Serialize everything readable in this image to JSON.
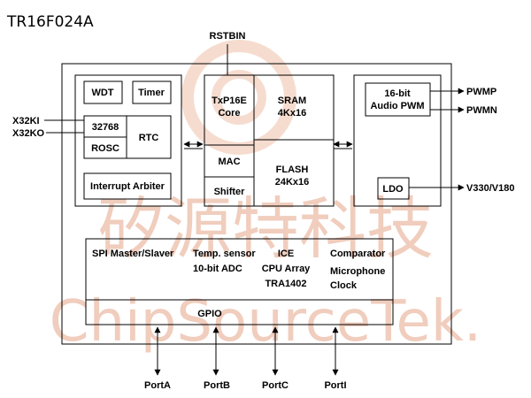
{
  "title": "TR16F024A",
  "watermark": {
    "cn": "矽源特科技",
    "en": "ChipSourceTek."
  },
  "pins": {
    "rstbin": "RSTBIN",
    "x32ki": "X32KI",
    "x32ko": "X32KO",
    "pwmp": "PWMP",
    "pwmn": "PWMN",
    "v330": "V330/V180",
    "porta": "PortA",
    "portb": "PortB",
    "portc": "PortC",
    "porti": "PortI"
  },
  "blocks": {
    "wdt": "WDT",
    "timer": "Timer",
    "osc32768": "32768",
    "rosc": "ROSC",
    "rtc": "RTC",
    "arbiter": "Interrupt Arbiter",
    "core_line1": "TxP16E",
    "core_line2": "Core",
    "sram_line1": "SRAM",
    "sram_line2": "4Kx16",
    "mac": "MAC",
    "shifter": "Shifter",
    "flash_line1": "FLASH",
    "flash_line2": "24Kx16",
    "pwm_line1": "16-bit",
    "pwm_line2": "Audio PWM",
    "ldo": "LDO",
    "spi": "SPI Master/Slaver",
    "temp_line1": "Temp. sensor",
    "temp_line2": "10-bit ADC",
    "ice_line1": "ICE",
    "ice_line2": "CPU Array",
    "ice_line3": "TRA1402",
    "comparator": "Comparator",
    "mic_line1": "Microphone",
    "mic_line2": "Clock",
    "gpio": "GPIO"
  }
}
